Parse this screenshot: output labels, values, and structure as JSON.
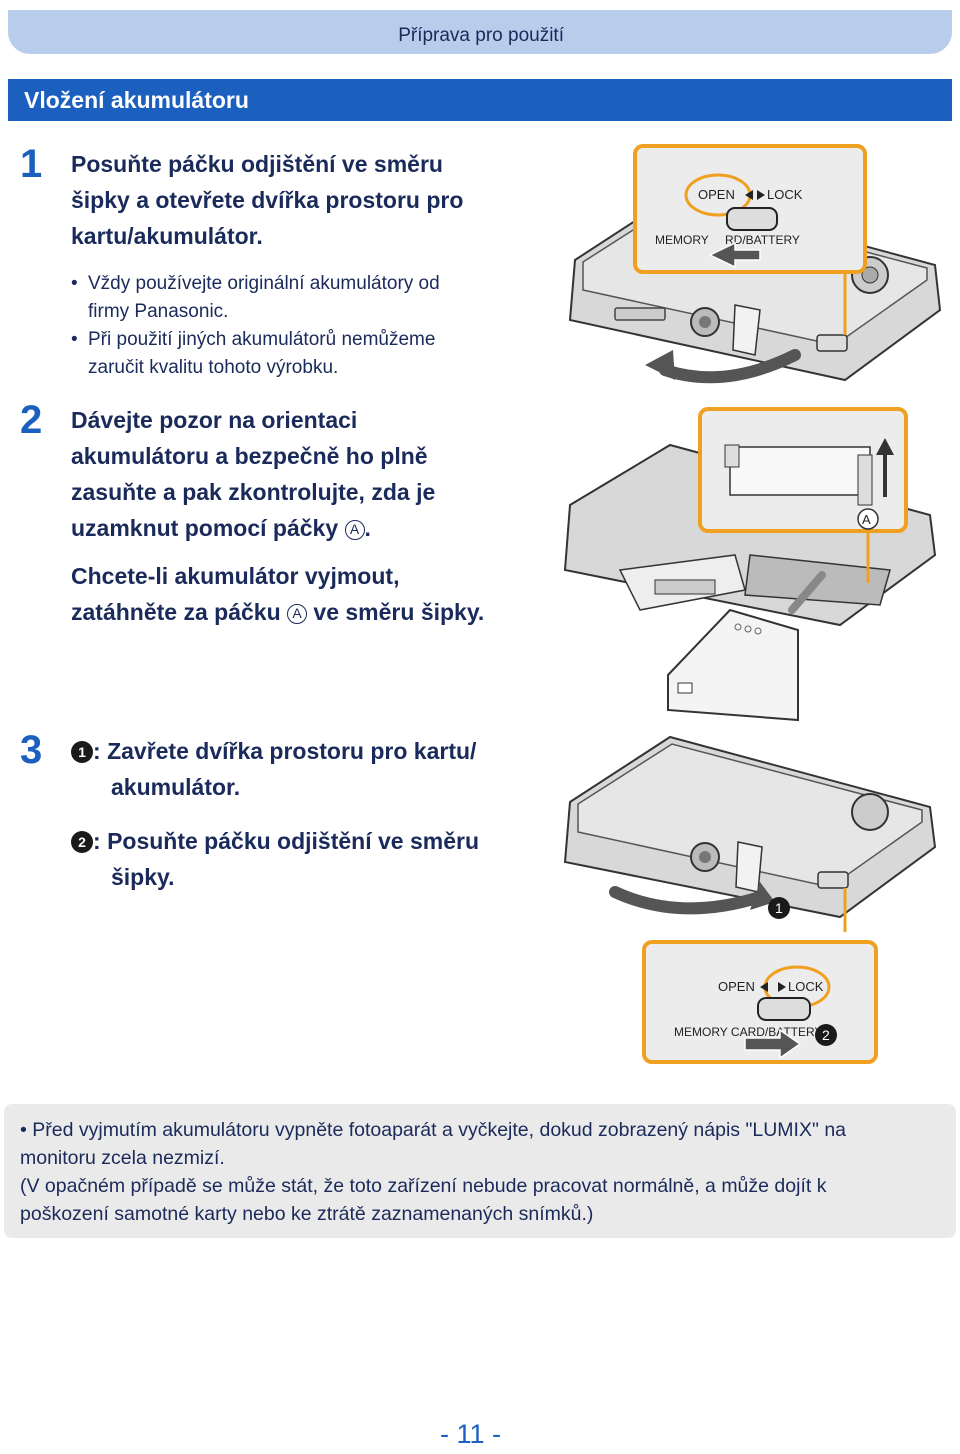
{
  "header": {
    "chapter": "Příprava pro použití"
  },
  "section": {
    "title": "Vložení akumulátoru"
  },
  "steps": [
    {
      "number": "1",
      "lines": [
        "Posuňte páčku odjištění ve směru",
        "šipky a otevřete dvířka prostoru pro",
        "kartu/akumulátor."
      ],
      "bullets": [
        [
          "Vždy používejte originální akumulátory od",
          "firmy Panasonic."
        ],
        [
          "Při použití jiných akumulátorů nemůžeme",
          "zaručit kvalitu tohoto výrobku."
        ]
      ]
    },
    {
      "number": "2",
      "lines": [
        "Dávejte pozor na orientaci",
        "akumulátoru a bezpečně ho plně",
        "zasuňte a pak zkontrolujte, zda je",
        "uzamknut pomocí páčky"
      ],
      "marker_a": "A",
      "line4_end": ".",
      "remove_lines": [
        "Chcete-li akumulátor vyjmout,",
        "zatáhněte za páčku"
      ],
      "remove_end": "ve směru šipky."
    },
    {
      "number": "3",
      "sub": [
        {
          "badge": "1",
          "lines": [
            "Zavřete dvířka prostoru pro kartu/",
            "akumulátor."
          ]
        },
        {
          "badge": "2",
          "lines": [
            "Posuňte páčku odjištění ve směru",
            "šipky."
          ]
        }
      ]
    }
  ],
  "illustrations": {
    "open_label": "OPEN",
    "lock_label": "LOCK",
    "memory_label_1": "MEMORY",
    "card_battery_label_1": "RD/BATTERY",
    "memory_label_2": "MEMORY CARD/BATTERY",
    "marker_a": "A",
    "badge_1": "1",
    "badge_2": "2"
  },
  "note": {
    "lines": [
      "Před vyjmutím akumulátoru vypněte fotoaparát a vyčkejte, dokud zobrazený nápis \"LUMIX\" na",
      "monitoru zcela nezmizí.",
      "(V opačném případě se může stát, že toto zařízení nebude pracovat normálně, a může dojít k",
      "poškození samotné karty nebo ke ztrátě zaznamenaných snímků.)"
    ]
  },
  "page": {
    "number": "- 11 -"
  },
  "colors": {
    "accent": "#1b5fbf",
    "header_bg": "#b8ccec",
    "highlight": "#f0a020",
    "note_bg": "#eaeaea"
  }
}
